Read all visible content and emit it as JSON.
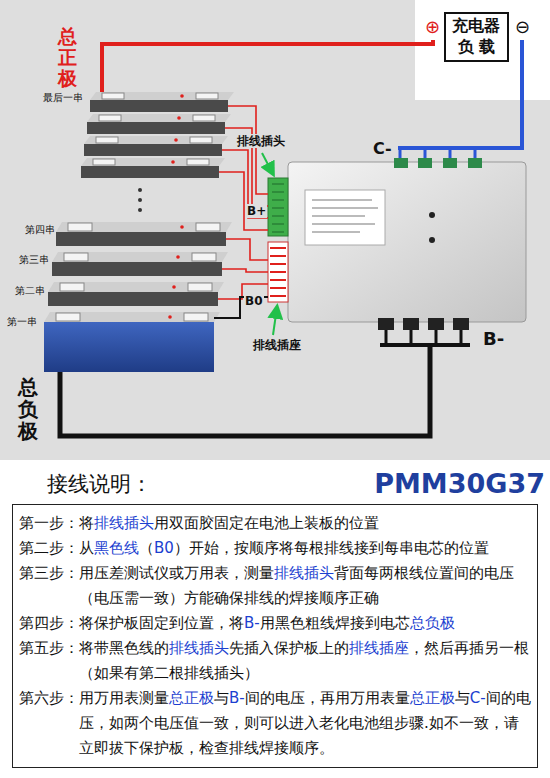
{
  "diagram": {
    "title": "接线说明：",
    "nodes": [
      {
        "text": [
          "充电器 负 载"
        ]
      },
      {
        "text": [
          "第一步：将排线插头用双面胶固定在电池上装板的位置",
          "第二步：从黑色线（B0）开始，按顺序将每根排线接到每串电芯的位置",
          "第三步：用压差测试仪或万用表，测量排线插头背面每两根线位置间的电压（电压需一致）方能确保排线的焊接顺序正确",
          "第四步：将保护板固定到位置，将B-用黑色粗线焊接到电芯总负极",
          "第五步：将带黑色线的排线插头先插入保护板上的排线插座，然后再插另一根（如果有第二根排线插头）",
          "第六步：用万用表测量总正极与B-间的电压，再用万用表量总正极与C-间的电压，如两个电压值一致，则可以进入老化电池组步骤.如不一致，请立即拔下保护板，检查排线焊接顺序。"
        ]
      }
    ],
    "labels": [
      "总正极",
      "最后一串",
      "第四串",
      "第三串",
      "第二串",
      "第一串",
      "总负极",
      "⊕",
      "⊖",
      "C-",
      "排线插头",
      "B+",
      "B0",
      "排线插座",
      "B-",
      "PMM30G37"
    ]
  }
}
